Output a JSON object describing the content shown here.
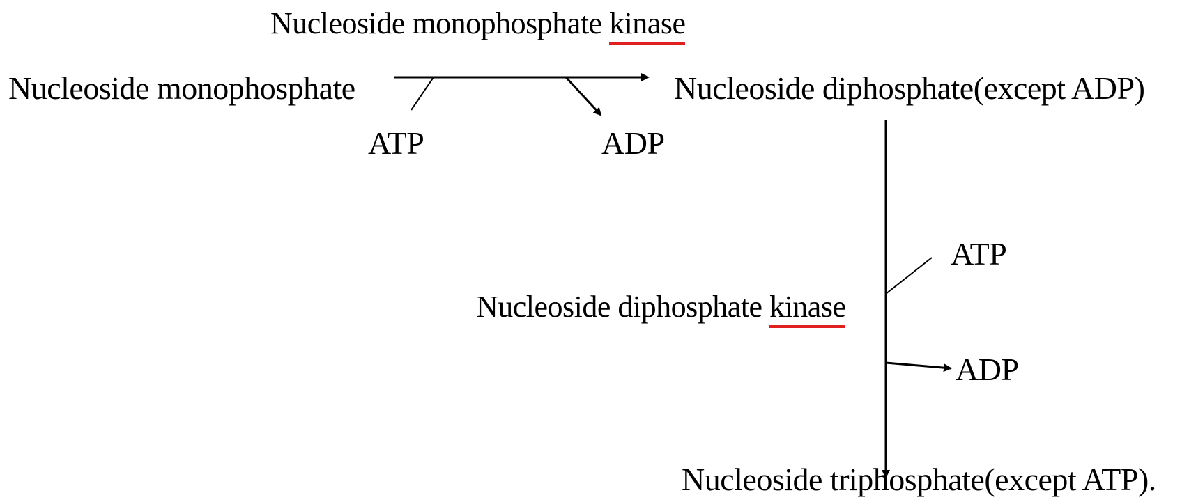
{
  "enzymes": {
    "first": {
      "prefix": "Nucleoside monophosphate ",
      "highlight": "kinase"
    },
    "second": {
      "prefix": "Nucleoside diphosphate ",
      "highlight": "kinase"
    }
  },
  "compounds": {
    "monophosphate": "Nucleoside monophosphate",
    "diphosphate": "Nucleoside diphosphate(except ADP)",
    "triphosphate": "Nucleoside triphosphate(except ATP)."
  },
  "cofactors": {
    "step1_in": "ATP",
    "step1_out": "ADP",
    "step2_in": "ATP",
    "step2_out": "ADP"
  },
  "colors": {
    "text": "#000000",
    "highlight_underline": "#e0201e",
    "background": "#ffffff"
  }
}
